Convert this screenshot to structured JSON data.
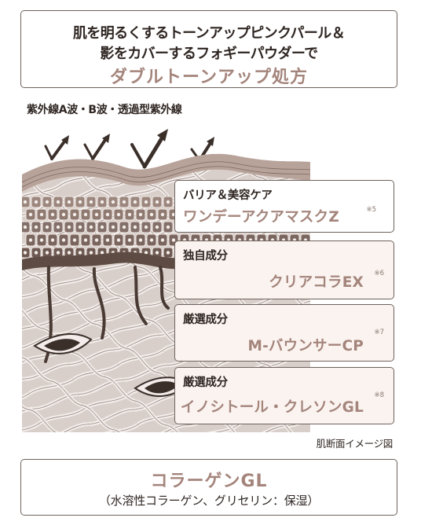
{
  "header": {
    "line1": "肌を明るくするトーンアップピンクパール＆",
    "line2": "影をカバーするフォギーパウダーで",
    "accent": "ダブルトーンアップ処方"
  },
  "uv_label": "紫外線A波・B波・透過型紫外線",
  "ingredients": [
    {
      "category": "バリア＆美容ケア",
      "name": "ワンデーアクアマスクZ",
      "note": "※5"
    },
    {
      "category": "独自成分",
      "name": "クリアコラEX",
      "note": "※6"
    },
    {
      "category": "厳選成分",
      "name": "M-バウンサーCP",
      "note": "※7"
    },
    {
      "category": "厳選成分",
      "name": "イノシトール・クレソンGL",
      "note": "※8"
    }
  ],
  "caption": "肌断面イメージ図",
  "footer": {
    "title": "コラーゲンGL",
    "subtitle": "（水溶性コラーゲン、グリセリン：保湿）"
  },
  "colors": {
    "accent": "#a4857c",
    "text": "#2f2622",
    "skin_dark": "#6e5a52",
    "skin_light": "#b8a39a",
    "dermis": "#d9cfca",
    "fiber": "#f2ecea"
  }
}
